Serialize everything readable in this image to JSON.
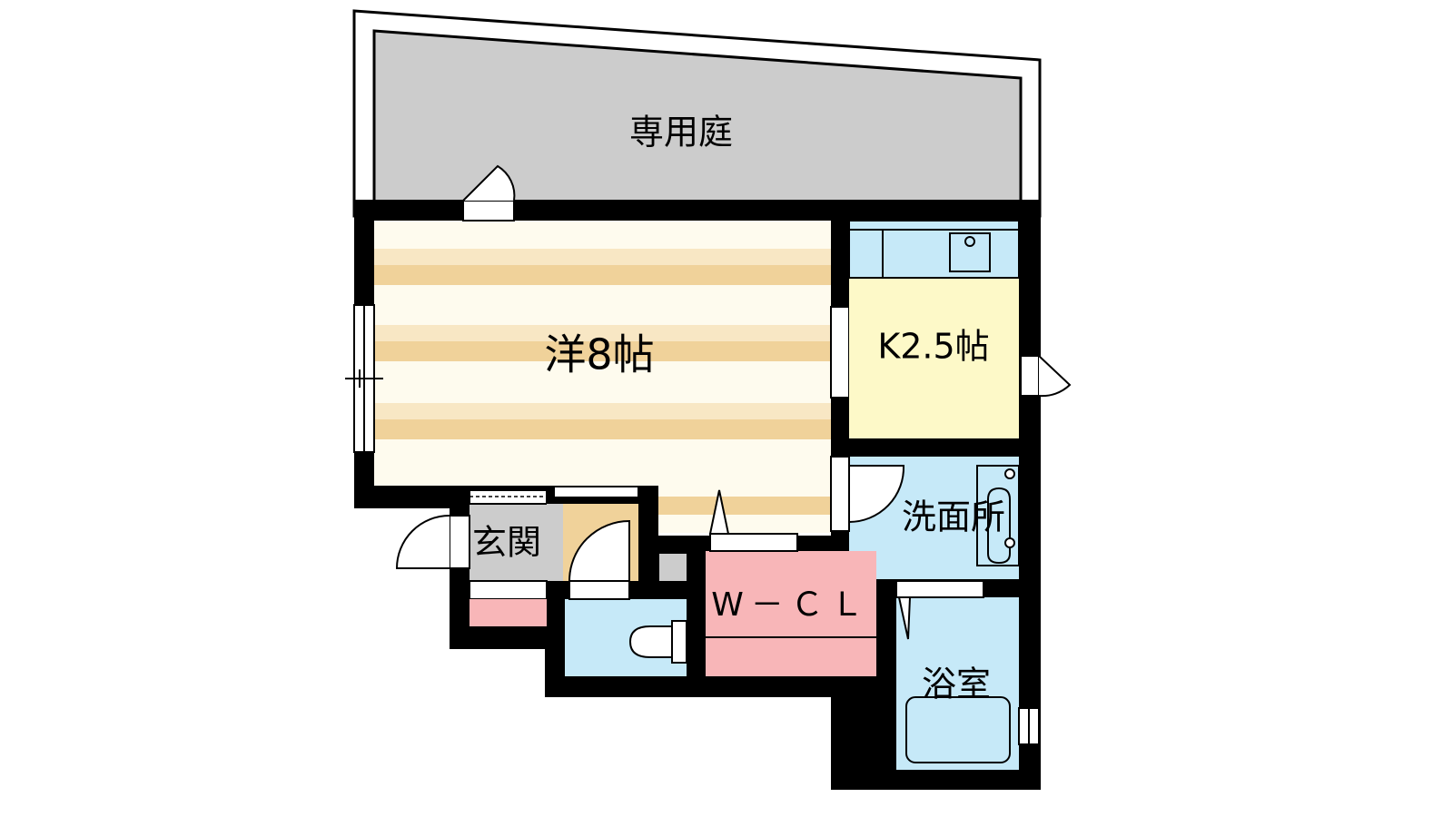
{
  "floor_plan": {
    "rooms": {
      "garden": {
        "label": "専用庭",
        "color": "#cccccc"
      },
      "western_room": {
        "label": "洋8帖",
        "floor_light": "#fefbee",
        "floor_stripe": "#f0d29a"
      },
      "kitchen": {
        "label": "K2.5帖",
        "color": "#fdf9c8",
        "counter_color": "#c6e9f8"
      },
      "washroom": {
        "label": "洗面所",
        "color": "#c6e9f8"
      },
      "walk_in_closet": {
        "label": "W－ＣＬ",
        "color": "#f8b6b8"
      },
      "bathroom": {
        "label": "浴室",
        "color": "#c6e9f8"
      },
      "entrance": {
        "label": "玄関",
        "color": "#cccccc"
      },
      "toilet": {
        "label": "",
        "color": "#c6e9f8"
      },
      "closet": {
        "label": "",
        "color": "#f0d29a"
      },
      "shoe_box": {
        "label": "",
        "color": "#f8b6b8"
      }
    },
    "wall_color": "#000000"
  }
}
